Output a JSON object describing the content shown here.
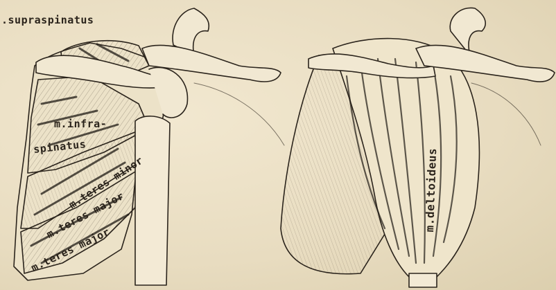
{
  "labels": {
    "supraspinatus": ".supraspinatus",
    "infraspinatus_line1": "m.infra-",
    "infraspinatus_line2": "spinatus",
    "teres_minor": "m.teres minor",
    "teres_major_1": "m.teres major",
    "teres_major_2": "m.teres major",
    "deltoideus": "m.deltoideus"
  },
  "colors": {
    "paper": "#e9dfc4",
    "ink": "#2b241c"
  }
}
